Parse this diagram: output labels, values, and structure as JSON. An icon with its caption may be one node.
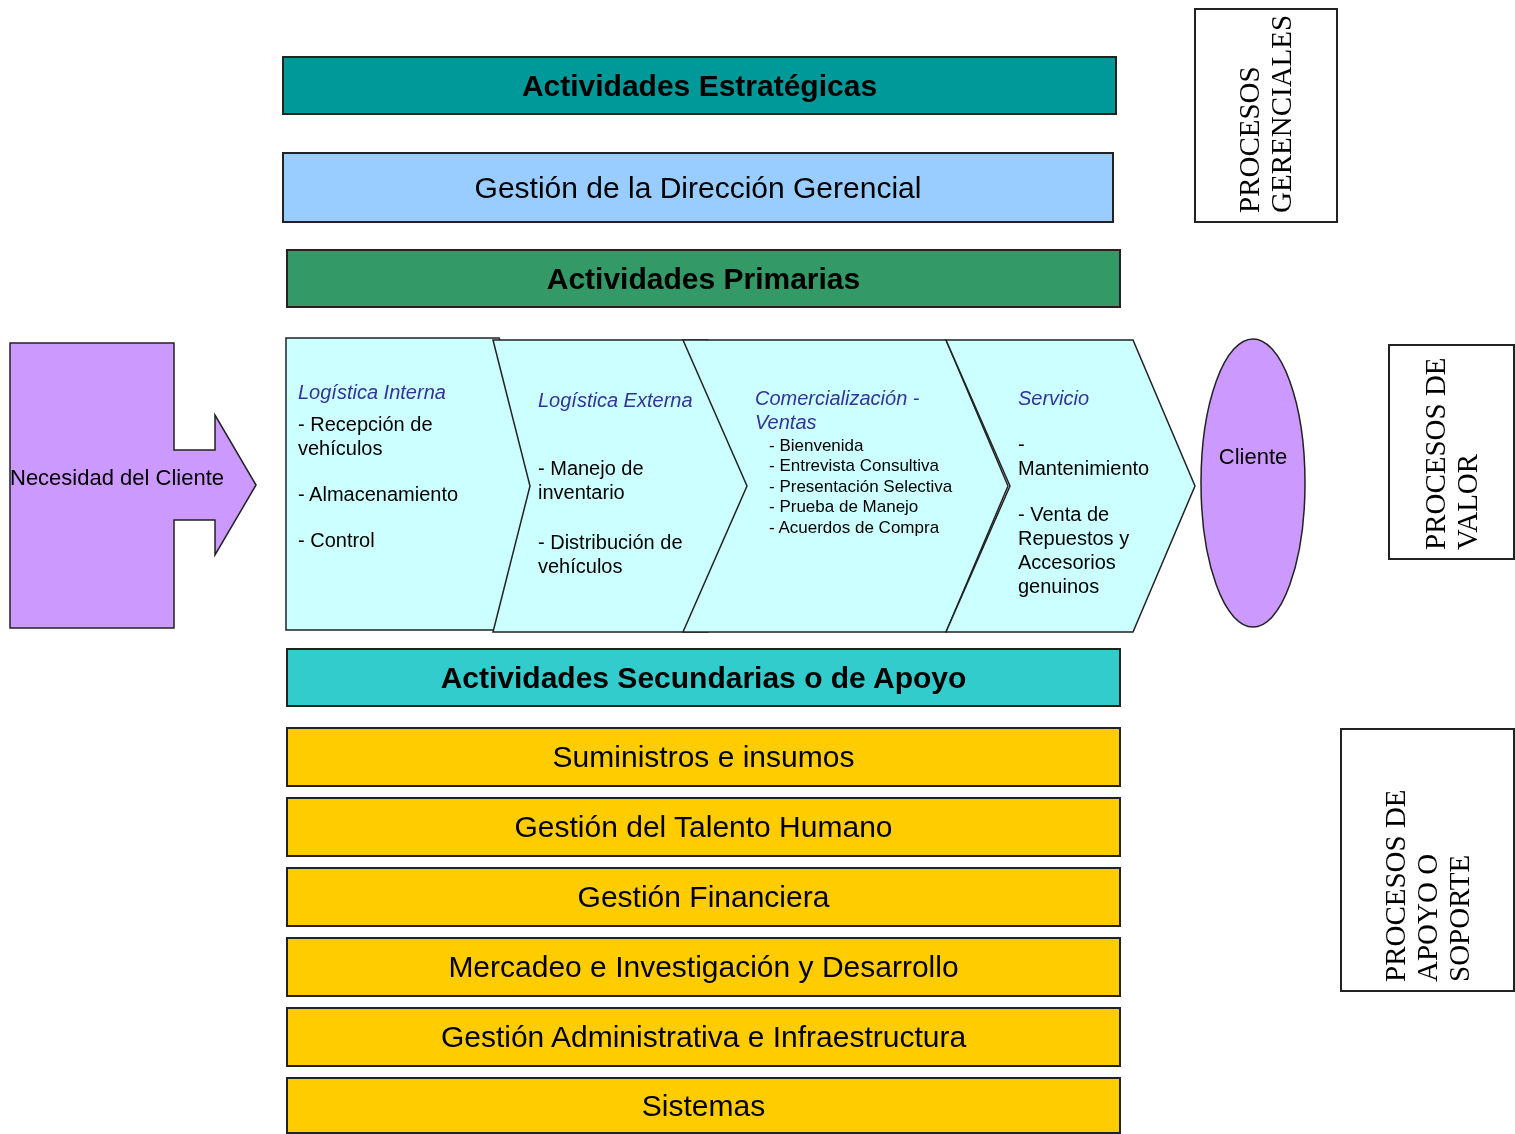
{
  "diagram": {
    "nodes": [
      {
        "text": [
          "Actividades Estratégicas"
        ]
      },
      {
        "text": [
          "Gestión de la Dirección Gerencial"
        ]
      },
      {
        "text": [
          "Actividades Primarias"
        ]
      },
      {
        "text": [
          "Necesidad del Cliente"
        ]
      },
      {
        "text": [
          "Logística Interna",
          "- Recepción de vehículos",
          "- Almacenamiento",
          "- Control"
        ]
      },
      {
        "text": [
          "Logística Externa",
          "- Manejo de inventario",
          "- Distribución de vehículos"
        ]
      },
      {
        "text": [
          "Comercialización - Ventas",
          "- Bienvenida",
          "- Entrevista Consultiva",
          "- Presentación Selectiva",
          "- Prueba de Manejo",
          "- Acuerdos de Compra"
        ]
      },
      {
        "text": [
          "Servicio",
          "- Mantenimiento",
          "- Venta de Repuestos y Accesorios genuinos"
        ]
      },
      {
        "text": [
          "Cliente"
        ]
      },
      {
        "text": [
          "Actividades Secundarias o de Apoyo"
        ]
      },
      {
        "text": [
          "Suministros e insumos"
        ]
      },
      {
        "text": [
          "Gestión del Talento Humano"
        ]
      },
      {
        "text": [
          "Gestión Financiera"
        ]
      },
      {
        "text": [
          "Mercadeo e Investigación y Desarrollo"
        ]
      },
      {
        "text": [
          "Gestión Administrativa e Infraestructura"
        ]
      },
      {
        "text": [
          "Sistemas"
        ]
      },
      {
        "text": [
          "PROCESOS GERENCIALES"
        ]
      },
      {
        "text": [
          "PROCESOS DE VALOR"
        ]
      },
      {
        "text": [
          "PROCESOS DE APOYO O SOPORTE"
        ]
      }
    ]
  }
}
